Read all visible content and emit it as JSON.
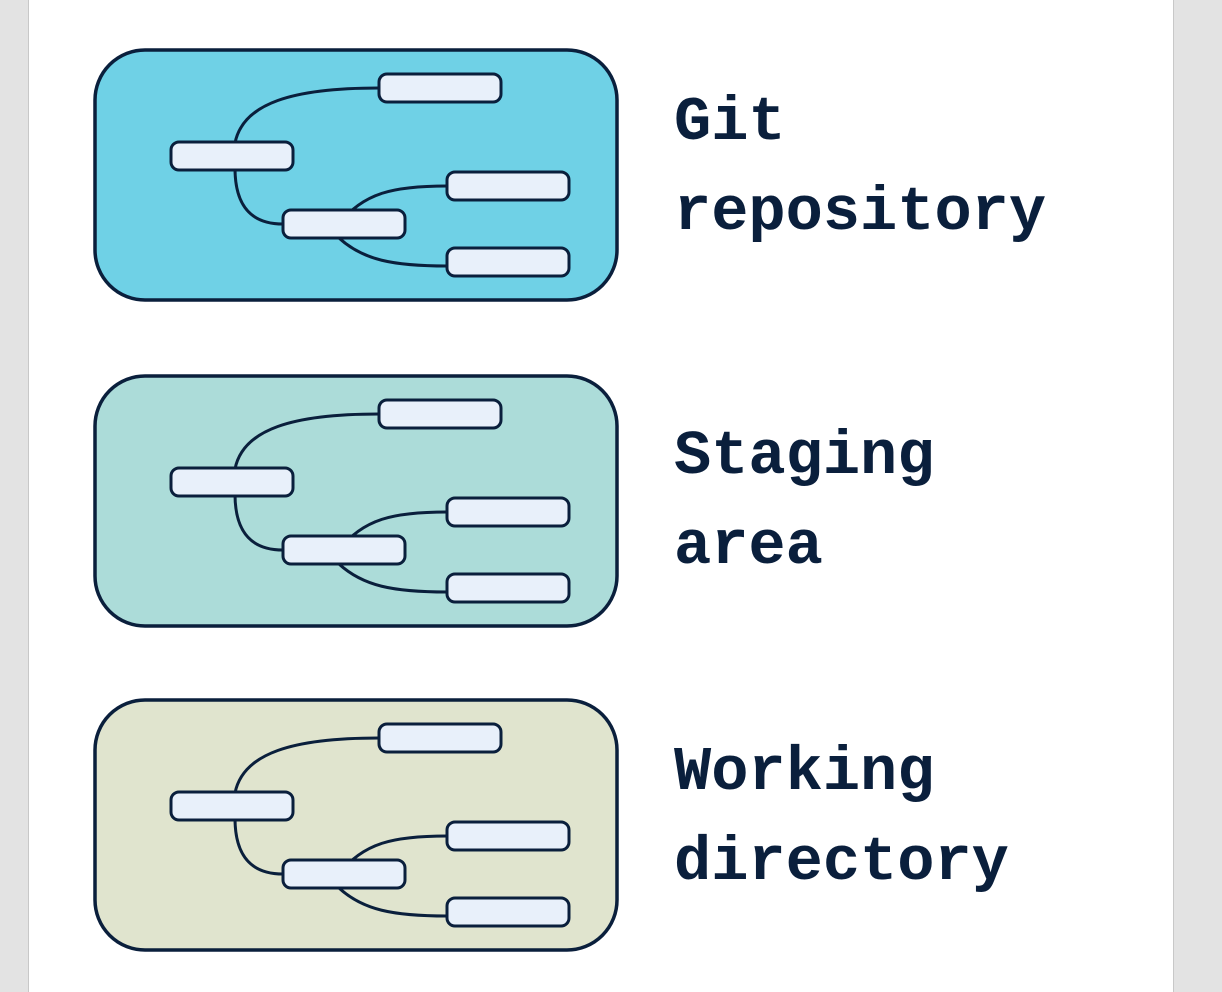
{
  "legend": [
    {
      "id": "git-repository",
      "lines": [
        "Git",
        "repository"
      ],
      "fill": "#6fd1e6"
    },
    {
      "id": "staging-area",
      "lines": [
        "Staging",
        "area"
      ],
      "fill": "#acdcd9"
    },
    {
      "id": "working-directory",
      "lines": [
        "Working",
        "directory"
      ],
      "fill": "#e0e4ce"
    }
  ],
  "colors": {
    "outline": "#0a1f3c",
    "node_fill": "#e8f0fa",
    "text": "#0a1f3c"
  },
  "icon": "branching-tree-icon"
}
